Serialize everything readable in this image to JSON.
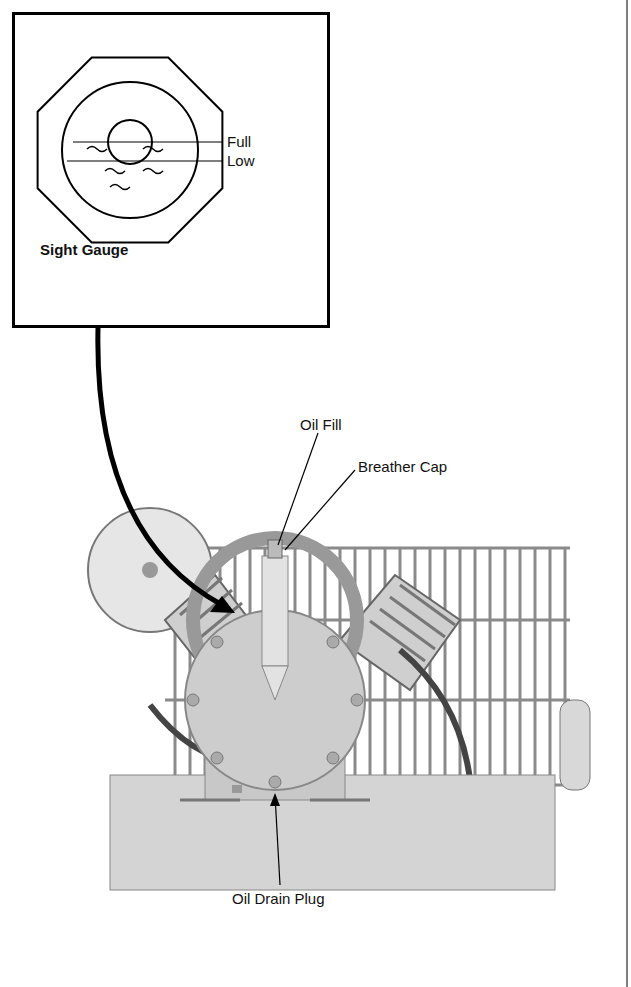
{
  "diagram": {
    "nodes": [
      {
        "text": [
          "Full",
          "Low",
          "Sight Gauge"
        ]
      }
    ],
    "labels": [
      "Oil Fill",
      "Breather Cap",
      "Oil Drain Plug"
    ]
  }
}
